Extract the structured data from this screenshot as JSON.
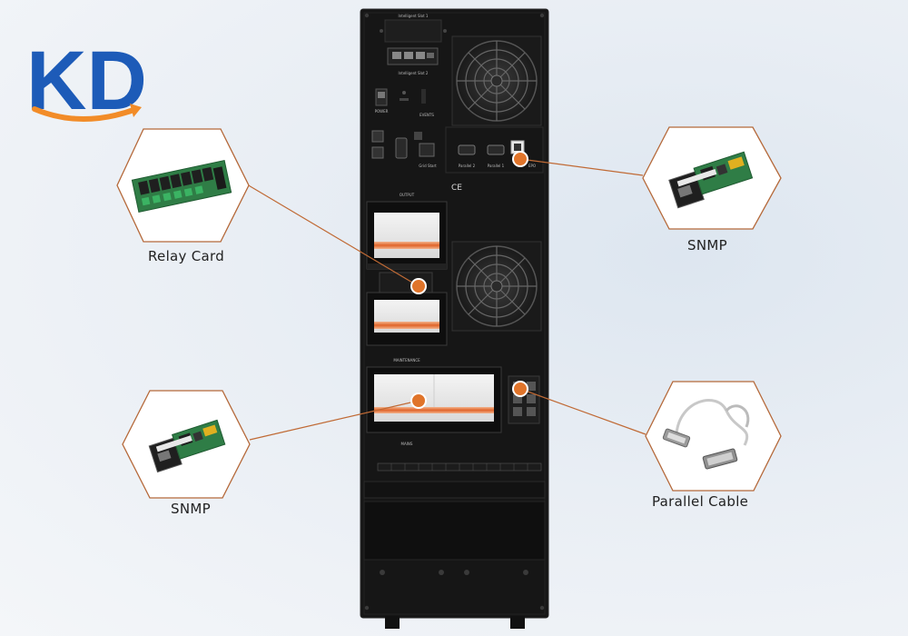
{
  "logo": {
    "text": "KD",
    "colors": {
      "blue": "#1d5bb8",
      "orange": "#f28c28"
    }
  },
  "callouts": [
    {
      "id": "relay-card",
      "label": "Relay Card",
      "icon": "relay-card-icon"
    },
    {
      "id": "snmp-right",
      "label": "SNMP",
      "icon": "snmp-card-icon"
    },
    {
      "id": "snmp-left",
      "label": "SNMP",
      "icon": "snmp-card-icon"
    },
    {
      "id": "parallel-cable",
      "label": "Parallel Cable",
      "icon": "parallel-cable-icon"
    }
  ],
  "ups_panel": {
    "slot_top": "Intelligent Slot 1",
    "slot_second": "Intelligent Slot 2",
    "power": "POWER",
    "events": "EVENTS",
    "port_labels": [
      "Grid Start",
      "Parallel 2",
      "Parallel 1",
      "EPO"
    ],
    "ce_mark": "CE",
    "output": "OUTPUT",
    "maintenance": "MAINTENANCE",
    "mains": "MAINS"
  },
  "colors": {
    "accent": "#e0742a",
    "line": "#c06a35",
    "cabinet": "#141414",
    "hex_border": "#b5693a"
  }
}
